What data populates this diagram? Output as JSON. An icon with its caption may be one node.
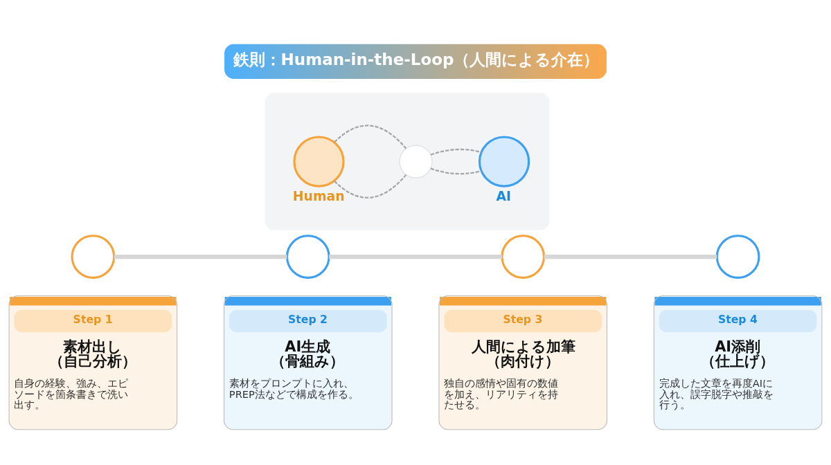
{
  "diagram": {
    "title": "鉄則：Human-in-the-Loop（人間による介在）",
    "nodes": [
      {
        "text": [],
        "shape": "box"
      },
      {
        "text": [
          "Human"
        ],
        "in": 0
      },
      {
        "text": [],
        "shape": "circle",
        "in": 0
      },
      {
        "text": [
          "AI"
        ],
        "in": 0
      },
      {
        "text": [],
        "shape": "circle"
      },
      {
        "text": [
          "Step 1",
          "素材出し（自己分析）",
          "自身の経験、強み、エピソードを箇条書きで洗い出す。"
        ]
      },
      {
        "text": [],
        "shape": "circle"
      },
      {
        "text": [
          "Step 2",
          "AI生成（骨組み）",
          "素材をプロンプトに入れ、PREP法などで構成を作る。"
        ]
      },
      {
        "text": [],
        "shape": "circle"
      },
      {
        "text": [
          "Step 3",
          "人間による加筆（肉付け）",
          "独自の感情や固有の数値を加え、リアリティを持たせる。"
        ]
      },
      {
        "text": [],
        "shape": "circle"
      },
      {
        "text": [
          "Step 4",
          "AI添削（仕上げ）",
          "完成した文章を再度AIに入れ、誤字脱字や推敲を行う。"
        ]
      }
    ],
    "edges": [
      {
        "from": 1,
        "to": 2,
        "arrow": "none",
        "style": "dashed"
      },
      {
        "from": 1,
        "to": 2,
        "arrow": "none",
        "style": "dashed"
      },
      {
        "from": 2,
        "to": 3,
        "arrow": "none",
        "style": "dashed"
      },
      {
        "from": 2,
        "to": 3,
        "arrow": "none",
        "style": "dashed"
      },
      {
        "from": 4,
        "to": 6,
        "arrow": "none",
        "style": "thick",
        "color": "#d6d6d6"
      },
      {
        "from": 6,
        "to": 8,
        "arrow": "none",
        "style": "thick",
        "color": "#d6d6d6"
      },
      {
        "from": 8,
        "to": 10,
        "arrow": "none",
        "style": "thick",
        "color": "#d6d6d6"
      }
    ]
  }
}
